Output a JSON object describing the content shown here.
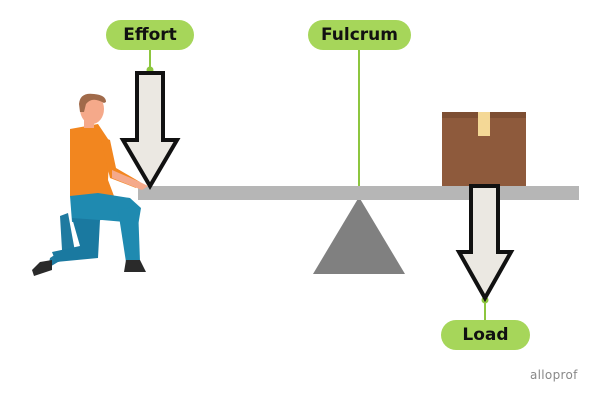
{
  "labels": {
    "effort": "Effort",
    "fulcrum": "Fulcrum",
    "load": "Load"
  },
  "watermark": "alloprof",
  "colors": {
    "label_pill": "#a6d65a",
    "leader_line": "#8dc63f",
    "lever_beam": "#b6b6b6",
    "fulcrum_triangle": "#808080",
    "arrow_fill": "#ebe8e2",
    "arrow_outline": "#111111",
    "box": "#8e5a3c",
    "box_tape": "#f4d896",
    "shirt": "#f2861f",
    "pants": "#1f8ab0",
    "skin": "#f5a98a",
    "hair": "#a06a4a",
    "shoes": "#2a2a2a"
  },
  "icons": {
    "person": "kneeling-person-icon",
    "box": "cardboard-box-icon",
    "effort_arrow": "arrow-down-icon",
    "load_arrow": "arrow-down-icon"
  }
}
